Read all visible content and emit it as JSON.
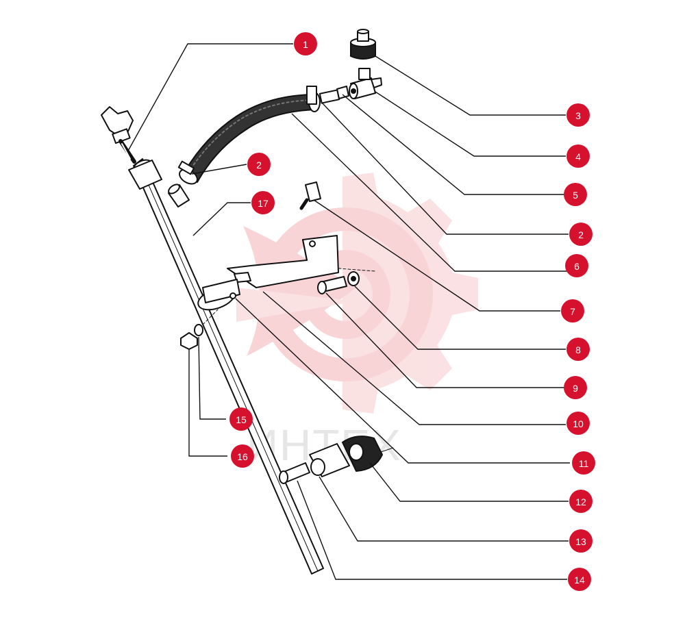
{
  "watermark": {
    "text": "ИНТЕХ",
    "color": "#f7c9cc"
  },
  "callout_color": "#d6112e",
  "callouts": [
    {
      "label": "1"
    },
    {
      "label": "2"
    },
    {
      "label": "3"
    },
    {
      "label": "4"
    },
    {
      "label": "5"
    },
    {
      "label": "2"
    },
    {
      "label": "6"
    },
    {
      "label": "7"
    },
    {
      "label": "8"
    },
    {
      "label": "9"
    },
    {
      "label": "10"
    },
    {
      "label": "11"
    },
    {
      "label": "12"
    },
    {
      "label": "13"
    },
    {
      "label": "14"
    },
    {
      "label": "15"
    },
    {
      "label": "16"
    },
    {
      "label": "17"
    }
  ]
}
